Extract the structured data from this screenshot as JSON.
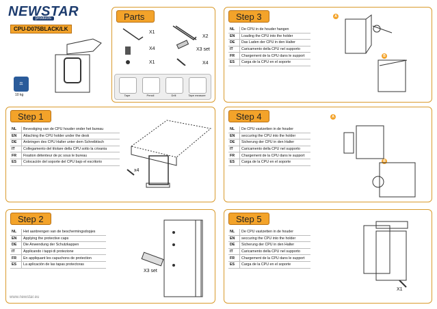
{
  "brand": {
    "name": "NEWSTAR",
    "sub": "products",
    "model": "CPU-D075BLACK/LK",
    "weight": "10 kg"
  },
  "parts": {
    "title": "Parts",
    "qty": [
      "X1",
      "X2",
      "X4",
      "X3 set",
      "X1",
      "X4"
    ],
    "tools": [
      "Tape",
      "Pencil",
      "Drill",
      "Tape measure"
    ]
  },
  "steps": [
    {
      "title": "Step 3",
      "rows": [
        {
          "code": "NL",
          "text": "De CPU in de houder hangen"
        },
        {
          "code": "EN",
          "text": "Loading the CPU into the holder"
        },
        {
          "code": "DE",
          "text": "Das Laden der CPU in den Halter"
        },
        {
          "code": "IT",
          "text": "Caricamento della CPU nel supporto"
        },
        {
          "code": "FR",
          "text": "Chargement de la CPU dans le support"
        },
        {
          "code": "ES",
          "text": "Carga de la CPU en el soporte"
        }
      ]
    },
    {
      "title": "Step 1",
      "rows": [
        {
          "code": "NL",
          "text": "Bevestiging van de CPU houder  onder het bureau"
        },
        {
          "code": "EN",
          "text": "Attaching the CPU holder under the desk"
        },
        {
          "code": "DE",
          "text": "Anbringen des CPU Halter unter dem Schreibtisch"
        },
        {
          "code": "IT",
          "text": "Collegamento del titolare della CPU sotto la crivania"
        },
        {
          "code": "FR",
          "text": "Fixation détenteur de pc  sous le bureau"
        },
        {
          "code": "ES",
          "text": "Colocación del soporte del CPU bajo el escritorio"
        }
      ]
    },
    {
      "title": "Step 4",
      "rows": [
        {
          "code": "NL",
          "text": "De CPU vastzetten in de houder"
        },
        {
          "code": "EN",
          "text": "seccuring the CPU into the holder"
        },
        {
          "code": "DE",
          "text": "Sicherung der CPU in den Halter"
        },
        {
          "code": "IT",
          "text": "Caricamento della CPU nel supporto"
        },
        {
          "code": "FR",
          "text": "Chargement de la CPU dans le support"
        },
        {
          "code": "ES",
          "text": "Carga de la CPU en el soporte"
        }
      ]
    },
    {
      "title": "Step 2",
      "rows": [
        {
          "code": "NL",
          "text": "Het aanbrengen van de beschermingsdopjes"
        },
        {
          "code": "EN",
          "text": "Applying the protective caps"
        },
        {
          "code": "DE",
          "text": "Die Anwendung der Schutzkappen"
        },
        {
          "code": "IT",
          "text": "Applicando i tappi di protezione"
        },
        {
          "code": "FR",
          "text": "En appliquant les capuchons de protection"
        },
        {
          "code": "ES",
          "text": "La aplicación de las tapas protectoras"
        }
      ]
    },
    {
      "title": "Step 5",
      "rows": [
        {
          "code": "NL",
          "text": "De CPU vastzetten in de houder"
        },
        {
          "code": "EN",
          "text": "seccuring the CPU into the holder"
        },
        {
          "code": "DE",
          "text": "Sicherung der CPU in den Halter"
        },
        {
          "code": "IT",
          "text": "Caricamento della CPU nel supporto"
        },
        {
          "code": "FR",
          "text": "Chargement de la CPU dans le support"
        },
        {
          "code": "ES",
          "text": "Carga de la CPU en el soporte"
        }
      ]
    }
  ],
  "labels": {
    "step1_qty": "x4",
    "step2_qty": "X3 set",
    "step5_qty": "X1",
    "marker_a": "A",
    "marker_b": "B"
  },
  "footer": "www.newstar.eu"
}
